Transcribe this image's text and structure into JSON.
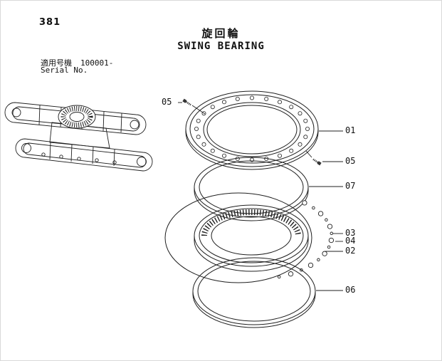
{
  "colors": {
    "line": "#1f1f1f",
    "background": "#ffffff"
  },
  "page": {
    "number": "381",
    "title_jp": "旋回輪",
    "title_en": "SWING BEARING"
  },
  "serial": {
    "label_jp": "適用号機",
    "value": "100001-",
    "label_en": "Serial No."
  },
  "callouts": {
    "c05_left": "05",
    "c01": "01",
    "c05_right": "05",
    "c07": "07",
    "c03": "03",
    "c04": "04",
    "c02": "02",
    "c06": "06"
  }
}
